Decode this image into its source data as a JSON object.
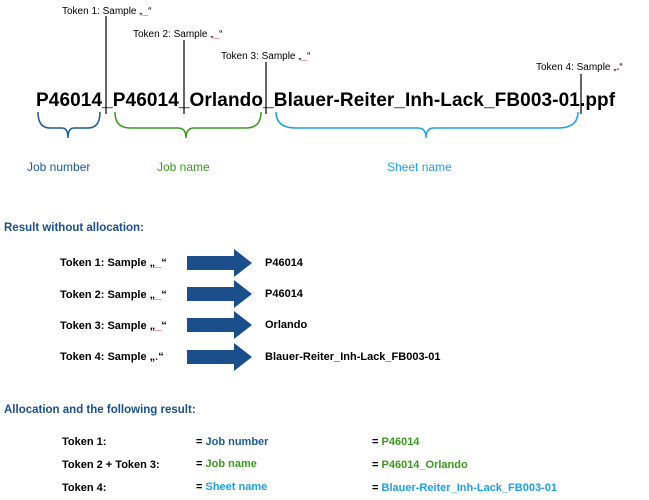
{
  "callouts": [
    {
      "label": "Token 1: Sample „",
      "sep": "_",
      "close": "“"
    },
    {
      "label": "Token 2: Sample „",
      "sep": "_",
      "close": "“"
    },
    {
      "label": "Token 3: Sample „",
      "sep": "_",
      "close": "“"
    },
    {
      "label": "Token 4: Sample „",
      "sep": ".",
      "close": "“"
    }
  ],
  "filename": {
    "part1": "P46014",
    "sep1": "_",
    "part2": "P46014_Orlando",
    "sep2": "_",
    "part3": "Blauer-Reiter_Inh-Lack_FB003-01",
    "sep3": ".",
    "ext": "ppf"
  },
  "groups": {
    "job_number": "Job number",
    "job_name": "Job name",
    "sheet_name": "Sheet name"
  },
  "colors": {
    "job_number": "#1a5a9a",
    "job_name": "#3a9a1e",
    "sheet_name": "#1fa0e6",
    "heading": "#1a4f8b",
    "arrow": "#1a4f8b",
    "separator_highlight": "#d0021b"
  },
  "result_without": {
    "heading": "Result without allocation:",
    "rows": [
      {
        "label": "Token 1: Sample „",
        "sep": "_",
        "close": "“",
        "value": "P46014"
      },
      {
        "label": "Token 2: Sample „",
        "sep": "_",
        "close": "“",
        "value": "P46014"
      },
      {
        "label": "Token 3: Sample „",
        "sep": "_",
        "close": "“",
        "value": "Orlando"
      },
      {
        "label": "Token 4: Sample „",
        "sep": ".",
        "close": "“",
        "value": "Blauer-Reiter_Inh-Lack_FB003-01"
      }
    ]
  },
  "allocation": {
    "heading": "Allocation and the following result:",
    "rows": [
      {
        "token": "Token 1:",
        "eq": "=",
        "field": "Job number",
        "eq2": "=",
        "result": "P46014"
      },
      {
        "token": "Token 2 + Token 3:",
        "eq": "=",
        "field": "Job name",
        "eq2": "=",
        "result": "P46014_Orlando"
      },
      {
        "token": "Token 4:",
        "eq": "=",
        "field": "Sheet name",
        "eq2": "=",
        "result": "Blauer-Reiter_Inh-Lack_FB003-01"
      }
    ]
  }
}
